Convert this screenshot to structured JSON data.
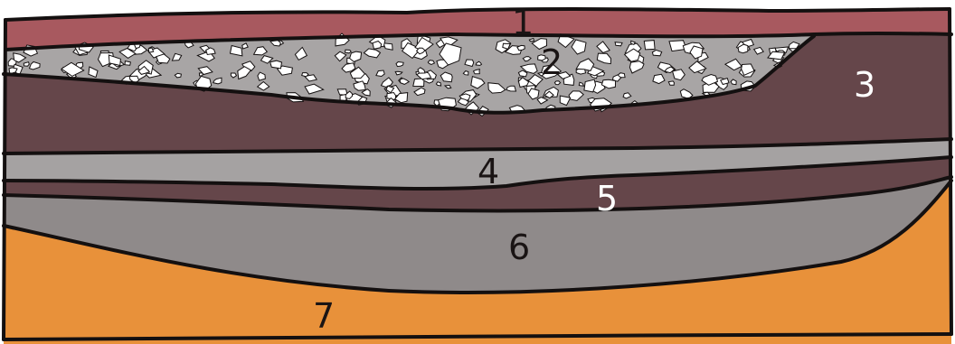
{
  "layers": [
    {
      "label": "1",
      "color": "#a8595f",
      "label_color": "#1a1414"
    },
    {
      "label": "2",
      "color": "#a8a5a5",
      "label_color": "#1a1414"
    },
    {
      "label": "3",
      "color": "#65464a",
      "label_color": "#ffffff"
    },
    {
      "label": "4",
      "color": "#a5a2a2",
      "label_color": "#1a1414"
    },
    {
      "label": "5",
      "color": "#65464a",
      "label_color": "#ffffff"
    },
    {
      "label": "6",
      "color": "#8f8a8a",
      "label_color": "#1a1414"
    },
    {
      "label": "7",
      "color": "#e8913a",
      "label_color": "#1a1414"
    }
  ],
  "outline_color": "#141010",
  "clast_color": "#ffffff"
}
